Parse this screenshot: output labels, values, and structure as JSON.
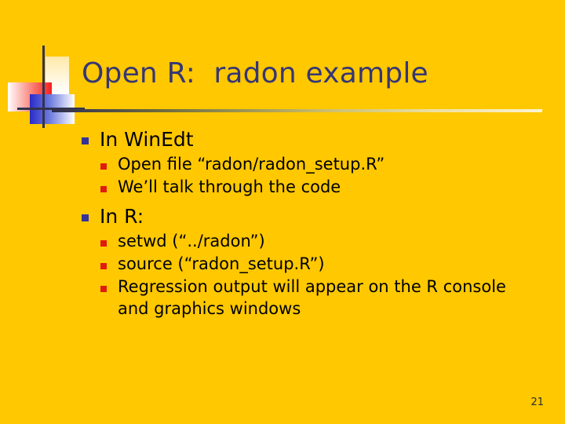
{
  "slide": {
    "title": "Open R:  radon example",
    "page_number": "21",
    "background_color": "#FFC800",
    "title_color": "#363675",
    "body_text_color": "#000000",
    "level1_bullet_color": "#333399",
    "level2_bullet_color": "#E01B10",
    "bullets": [
      {
        "label": "In WinEdt",
        "children": [
          {
            "label": "Open file “radon/radon_setup.R”"
          },
          {
            "label": "We’ll talk through the code"
          }
        ]
      },
      {
        "label": "In R:",
        "children": [
          {
            "label": "setwd (“../radon”)"
          },
          {
            "label": "source (“radon_setup.R”)"
          },
          {
            "label": "Regression output will appear on the R console and graphics windows"
          }
        ]
      }
    ]
  }
}
